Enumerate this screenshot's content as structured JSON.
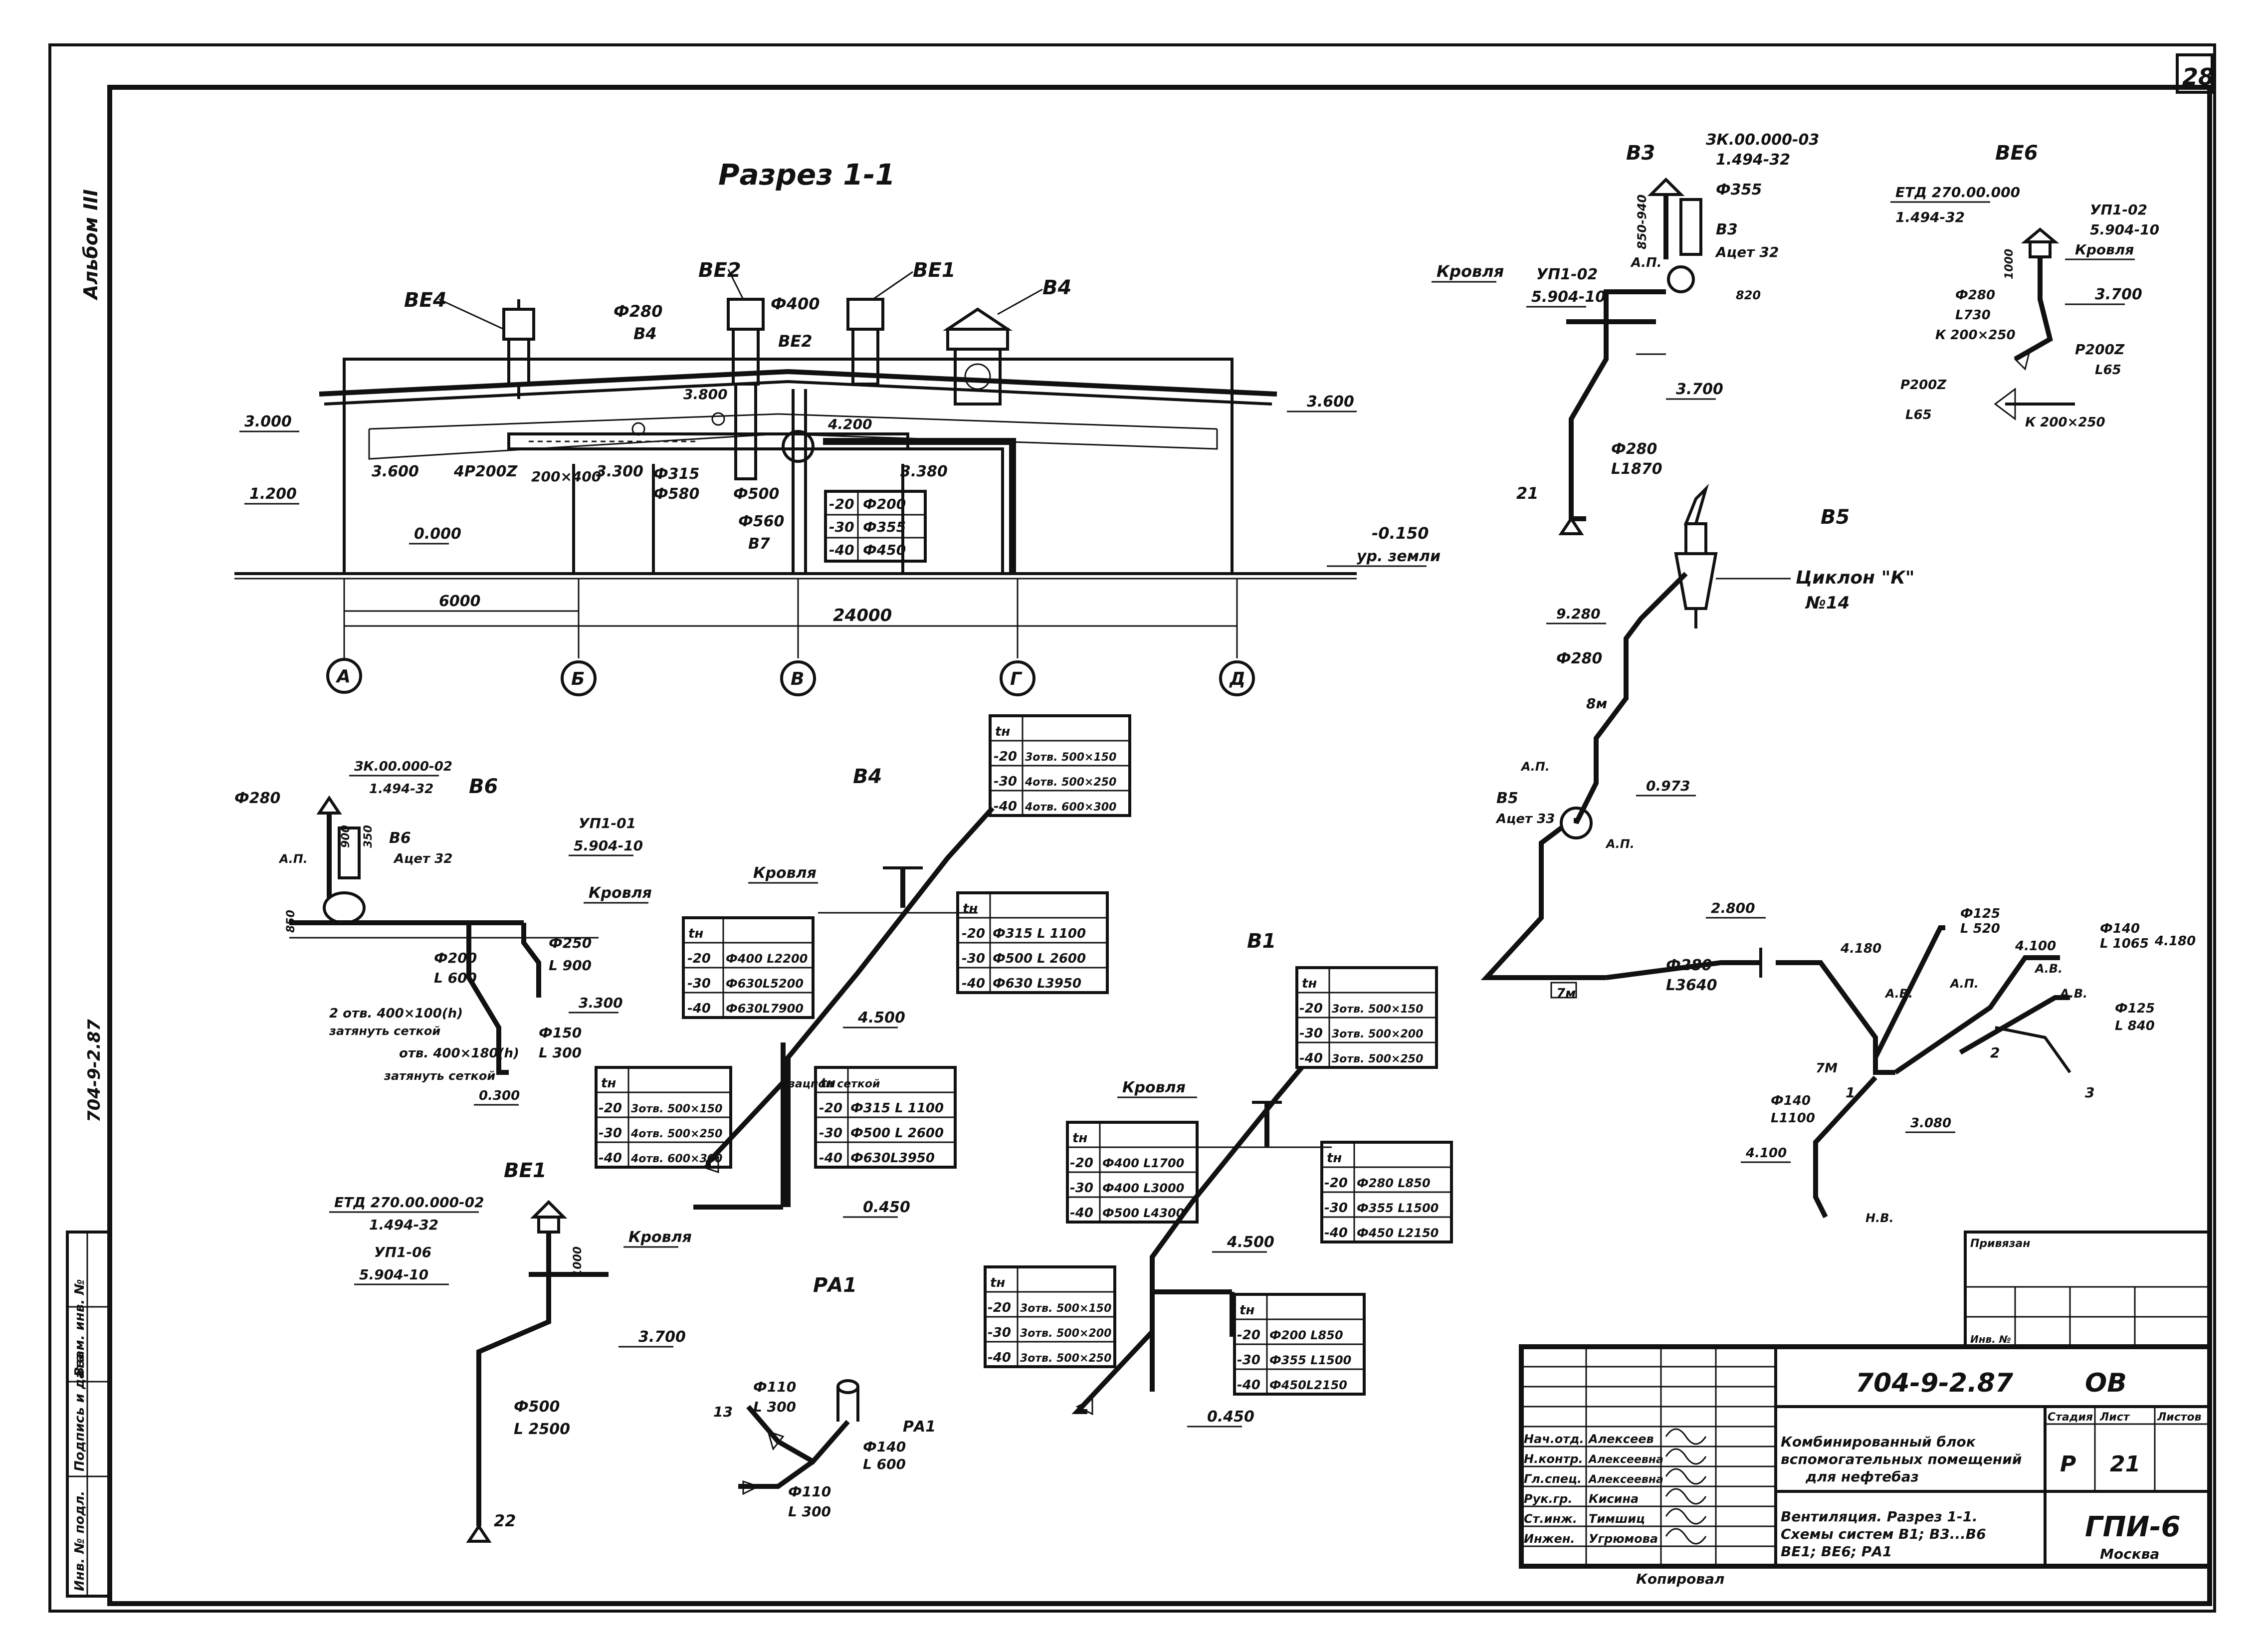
{
  "sheet_number": "28",
  "album": "Альбом III",
  "side_code": "704-9-2.87",
  "section": {
    "title": "Разрез 1-1",
    "systems": [
      "ВЕ4",
      "ВЕ2",
      "ВЕ1",
      "В4",
      "ВЕ2"
    ],
    "dims": {
      "total": "24000",
      "span": "6000"
    },
    "elevations": [
      "3.000",
      "3.600",
      "1.200",
      "0.000",
      "3.300",
      "3.380",
      "3.600",
      "4.200",
      "3.800",
      "-0.150"
    ],
    "ground": "ур. земли",
    "labels": [
      "Ф280",
      "В4",
      "Ф400",
      "Ф315",
      "Ф580",
      "Ф500",
      "Ф560",
      "В7",
      "4Р200Z",
      "200×400"
    ],
    "axes": [
      "А",
      "Б",
      "В",
      "Г",
      "Д"
    ],
    "table": [
      [
        "-20",
        "Ф200"
      ],
      [
        "-30",
        "Ф355"
      ],
      [
        "-40",
        "Ф450"
      ]
    ]
  },
  "b3": {
    "name": "В3",
    "cap": "ЗК.00.000-03",
    "cap2": "1.494-32",
    "dia": "Ф355",
    "fan": "В3",
    "fan_type": "Ацет 32",
    "unit": "УП1-02",
    "unit2": "5.904-10",
    "roof": "Кровля",
    "ap": "А.П.",
    "elev": "3.700",
    "duct": "Ф280",
    "len": "L1870",
    "end": "21",
    "d1": "850-940",
    "d2": "820"
  },
  "be6": {
    "name": "ВЕ6",
    "cap": "ЕТД 270.00.000",
    "cap2": "1.494-32",
    "unit": "УП1-02",
    "unit2": "5.904-10",
    "roof": "Кровля",
    "elev": "3.700",
    "dia": "Ф280",
    "len": "L730",
    "grille": "К 200×250",
    "r1": "Р200Z",
    "r1l": "L65",
    "r2": "Р200Z",
    "r2l": "L65",
    "grille2": "К 200×250",
    "d1": "1000"
  },
  "b5": {
    "name": "В5",
    "cyclone": "Циклон \"К\"",
    "cyclone_no": "№14",
    "elev1": "9.280",
    "dia1": "Ф280",
    "h": "8м",
    "elev2": "0.973",
    "fan": "В5",
    "fan_type": "Ацет 33",
    "ap": "А.П.",
    "dia2": "Ф280",
    "len2": "L3640",
    "elev3": "2.800",
    "w": "7м",
    "m1": "4.180",
    "m2": "4.100",
    "m3": "4.180",
    "n1": "Ф125",
    "n1l": "L 520",
    "n2": "Ф140",
    "n2l": "L 1065",
    "n3": "Ф125",
    "n3l": "L 840",
    "n4": "Ф140",
    "n4l": "L1100",
    "elev4": "4.100",
    "elev5": "3.080",
    "ab": [
      "А.В.",
      "А.В.",
      "А.П.",
      "А.В.",
      "Н.В."
    ],
    "pts": [
      "1",
      "2",
      "3",
      "7М"
    ]
  },
  "b6": {
    "name": "В6",
    "cap": "ЗК.00.000-02",
    "cap2": "1.494-32",
    "dia": "Ф280",
    "fan": "В6",
    "fan_type": "Ацет 32",
    "ap": "А.П.",
    "unit": "УП1-01",
    "unit2": "5.904-10",
    "roof": "Кровля",
    "dia2": "Ф250",
    "len2": "L 900",
    "elev": "3.300",
    "dia3": "Ф200",
    "len3": "L 600",
    "note1": "2 отв. 400×100(h)",
    "note1b": "затянуть сеткой",
    "note2": "отв. 400×180(h)",
    "note2b": "затянуть сеткой",
    "dia4": "Ф150",
    "len4": "L 300",
    "elev2": "0.300",
    "d1": "900",
    "d2": "350",
    "d3": "850"
  },
  "b4": {
    "name": "В4",
    "roof": "Кровля",
    "elev1": "4.500",
    "elev2": "0.450",
    "side": "с/зацпоп сеткой",
    "t_top": [
      [
        "tн",
        ""
      ],
      [
        "-20",
        "3отв. 500×150"
      ],
      [
        "-30",
        "4отв. 500×250"
      ],
      [
        "-40",
        "4отв. 600×300"
      ]
    ],
    "t_left": [
      [
        "tн",
        ""
      ],
      [
        "-20",
        "Ф400 L2200"
      ],
      [
        "-30",
        "Ф630L5200"
      ],
      [
        "-40",
        "Ф630L7900"
      ]
    ],
    "t_right": [
      [
        "tн",
        ""
      ],
      [
        "-20",
        "Ф315 L 1100"
      ],
      [
        "-30",
        "Ф500 L 2600"
      ],
      [
        "-40",
        "Ф630 L3950"
      ]
    ],
    "t_bl": [
      [
        "tн",
        ""
      ],
      [
        "-20",
        "3отв. 500×150"
      ],
      [
        "-30",
        "4отв. 500×250"
      ],
      [
        "-40",
        "4отв. 600×300"
      ]
    ],
    "t_br": [
      [
        "tн",
        ""
      ],
      [
        "-20",
        "Ф315 L 1100"
      ],
      [
        "-30",
        "Ф500 L 2600"
      ],
      [
        "-40",
        "Ф630L3950"
      ]
    ]
  },
  "b1": {
    "name": "В1",
    "roof": "Кровля",
    "elev1": "4.500",
    "elev2": "0.450",
    "t_top": [
      [
        "tн",
        ""
      ],
      [
        "-20",
        "3отв. 500×150"
      ],
      [
        "-30",
        "3отв. 500×200"
      ],
      [
        "-40",
        "3отв. 500×250"
      ]
    ],
    "t_left": [
      [
        "tн",
        ""
      ],
      [
        "-20",
        "Ф400 L1700"
      ],
      [
        "-30",
        "Ф400 L3000"
      ],
      [
        "-40",
        "Ф500 L4300"
      ]
    ],
    "t_right": [
      [
        "tн",
        ""
      ],
      [
        "-20",
        "Ф280 L850"
      ],
      [
        "-30",
        "Ф355 L1500"
      ],
      [
        "-40",
        "Ф450 L2150"
      ]
    ],
    "t_bl": [
      [
        "tн",
        ""
      ],
      [
        "-20",
        "3отв. 500×150"
      ],
      [
        "-30",
        "3отв. 500×200"
      ],
      [
        "-40",
        "3отв. 500×250"
      ]
    ],
    "t_br": [
      [
        "tн",
        ""
      ],
      [
        "-20",
        "Ф200 L850"
      ],
      [
        "-30",
        "Ф355 L1500"
      ],
      [
        "-40",
        "Ф450L2150"
      ]
    ]
  },
  "be1": {
    "name": "ВЕ1",
    "cap": "ЕТД 270.00.000-02",
    "cap2": "1.494-32",
    "unit": "УП1-06",
    "unit2": "5.904-10",
    "roof": "Кровля",
    "elev": "3.700",
    "dia": "Ф500",
    "len": "L 2500",
    "end": "22",
    "d1": "1000"
  },
  "pa1": {
    "name": "РА1",
    "dia1": "Ф110",
    "len1": "L 300",
    "pt": "13",
    "tag": "РА1",
    "dia2": "Ф140",
    "len2": "L 600",
    "dia3": "Ф110",
    "len3": "L 300"
  },
  "stamp": {
    "approved": "Привязан",
    "inv": "Инв. №",
    "code": "704-9-2.87",
    "part": "ОВ",
    "roles": [
      "Нач.отд.",
      "Н.контр.",
      "Гл.спец.",
      "Рук.гр.",
      "Ст.инж.",
      "Инжен."
    ],
    "names": [
      "Алексеев",
      "Алексеевна",
      "Алексеевна",
      "Кисина",
      "Тимшиц",
      "Угрюмова"
    ],
    "project_l1": "Комбинированный блок",
    "project_l2": "вспомогательных помещений",
    "project_l3": "для нефтебаз",
    "sheet_l1": "Вентиляция. Разрез 1-1.",
    "sheet_l2": "Схемы систем В1; В3...В6",
    "sheet_l3": "ВЕ1; ВЕ6; РА1",
    "h_stage": "Стадия",
    "h_sheet": "Лист",
    "h_sheets": "Листов",
    "stage": "Р",
    "sheet": "21",
    "org": "ГПИ-6",
    "city": "Москва"
  },
  "left_strip": [
    "Инв. № подл.",
    "Подпись и дата",
    "Взам. инв. №"
  ],
  "copied": "Копировал"
}
